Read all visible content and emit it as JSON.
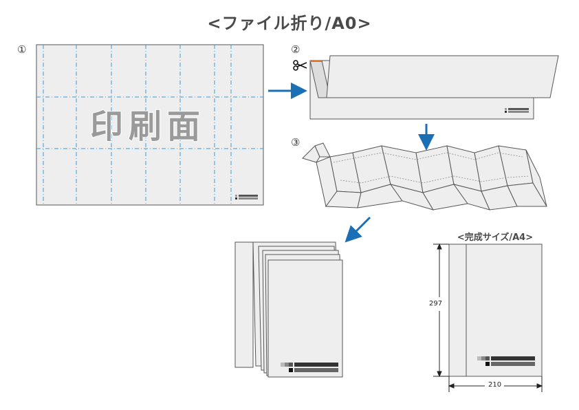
{
  "title": "<ファイル折り/A0>",
  "steps": [
    "①",
    "②",
    "③"
  ],
  "print_face_label": "印刷面",
  "finished_size_label": "<完成サイズ/A4>",
  "dimensions": {
    "height": "297",
    "width": "210"
  },
  "colors": {
    "paper": "#eeeeee",
    "paper_stroke": "#555555",
    "fold_line": "#3a9ad9",
    "arrow": "#1a6fb5",
    "print_text": "#9a9a9a",
    "cut_mark": "#e07020"
  },
  "icons": [
    "scissors-icon",
    "arrow-right-icon",
    "arrow-down-icon",
    "arrow-down-left-icon"
  ]
}
